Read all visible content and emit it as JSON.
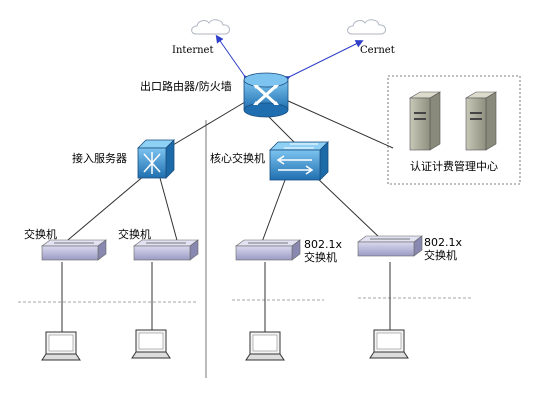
{
  "labels": {
    "internet": "Internet",
    "cernet": "Cernet",
    "router": "出口路由器/防火墙",
    "access_server": "接入服务器",
    "core_switch": "核心交换机",
    "auth_center": "认证计费管理中心",
    "switch_a": "交换机",
    "switch_b": "交换机",
    "switch_c": "802.1x\n交换机",
    "switch_d": "802.1x\n交换机"
  },
  "icons": {
    "cloud": "cloud-icon",
    "router": "router-icon",
    "access_server": "access-server-icon",
    "core_switch": "core-switch-icon",
    "server": "server-tower-icon",
    "switch": "switch-icon",
    "laptop": "laptop-icon"
  },
  "colors": {
    "router_blue": "#2a86c8",
    "switch_gray": "#b9b9d6",
    "link_blue": "#2f3fc8",
    "line": "#333333"
  }
}
